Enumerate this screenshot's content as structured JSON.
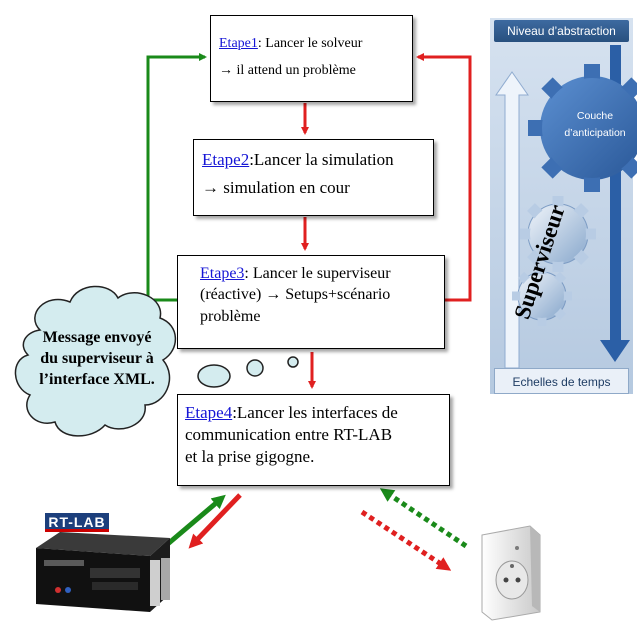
{
  "steps": [
    {
      "link": "Etape1",
      "line1_rest": ": Lancer le solveur",
      "line2": "→ il attend un problème"
    },
    {
      "link": "Etape2",
      "line1_rest": ":Lancer la simulation",
      "line2": "→ simulation en cour"
    },
    {
      "link": "Etape3",
      "line1_rest": ": Lancer le superviseur",
      "line2": "(réactive) → Setups+scénario",
      "line3": "problème"
    },
    {
      "link": "Etape4",
      "line1_rest": ":Lancer les interfaces de",
      "line2": "communication entre RT-LAB",
      "line3": "et la prise gigogne."
    }
  ],
  "cloud_message": "Message envoyé du superviseur à l’interface XML.",
  "sidebar": {
    "abstraction_label": "Niveau d’abstraction",
    "anticipation_line1": "Couche",
    "anticipation_line2": "d’anticipation",
    "supervisor_label": "Superviseur",
    "time_label": "Echelles de temps"
  },
  "rtlab_logo": "RT-LAB",
  "colors": {
    "green": "#1a8a1a",
    "red": "#e02020",
    "link": "#1515d6",
    "panel": "#b9cde4",
    "gear": "#3d6fb3"
  }
}
